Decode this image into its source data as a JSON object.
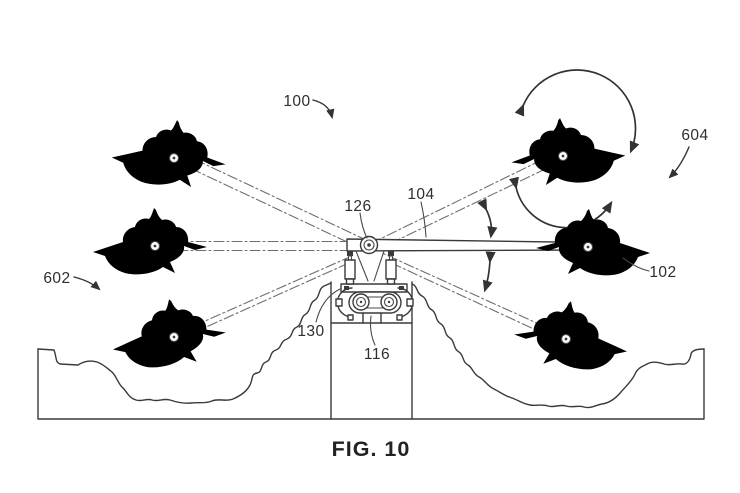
{
  "figure": {
    "caption": {
      "text": "FIG. 10"
    },
    "labels": {
      "system": {
        "text": "100",
        "refers_to": "overall ride assembly"
      },
      "vehicle": {
        "text": "102",
        "refers_to": "ride vehicle (solid position)"
      },
      "arm": {
        "text": "104",
        "refers_to": "support arm"
      },
      "column": {
        "text": "116",
        "refers_to": "support column"
      },
      "pivot_joint": {
        "text": "126",
        "refers_to": "central pivot joint"
      },
      "base_clamp": {
        "text": "130",
        "refers_to": "clamped drum mount"
      },
      "sweep_motion": {
        "text": "602",
        "refers_to": "arm sweep direction"
      },
      "roll_motion": {
        "text": "604",
        "refers_to": "vehicle roll rotation"
      }
    }
  },
  "colors": {
    "ink": "#3a3a3a",
    "phantom_ink": "#6f6f6f",
    "background": "#ffffff"
  }
}
